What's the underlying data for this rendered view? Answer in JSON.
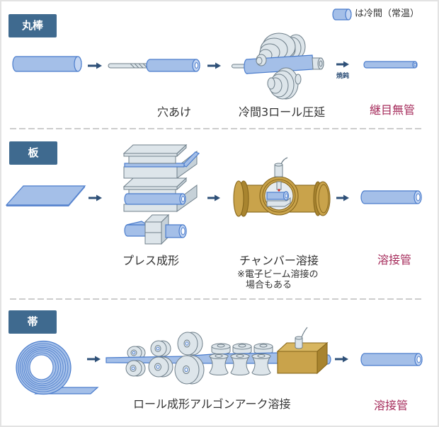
{
  "legend": {
    "icon": "cold-formed-tube-icon",
    "label": "は冷間（常温）"
  },
  "sections": [
    {
      "badge": "丸棒",
      "start_icon": "round-bar-icon",
      "steps": [
        {
          "icon": "drilled-bar-icon",
          "label": "穴あけ"
        },
        {
          "icon": "three-roll-mill-icon",
          "label": "冷間3ロール圧延"
        }
      ],
      "final_arrow_note": "焼鈍",
      "product_icon": "seamless-pipe-icon",
      "product": "継目無管"
    },
    {
      "badge": "板",
      "start_icon": "plate-icon",
      "steps": [
        {
          "icon": "press-forming-icon",
          "label": "プレス成形"
        },
        {
          "icon": "chamber-welder-icon",
          "label": "チャンバー溶接",
          "note": [
            "※電子ビーム溶接の",
            "場合もある"
          ]
        }
      ],
      "product_icon": "welded-pipe-icon",
      "product": "溶接管"
    },
    {
      "badge": "帯",
      "start_icon": "strip-coil-icon",
      "steps": [
        {
          "icon": "roll-forming-arc-welding-icon",
          "label": "ロール成形アルゴンアーク溶接"
        }
      ],
      "product_icon": "welded-pipe-icon",
      "product": "溶接管"
    }
  ],
  "colors": {
    "badge_background": "#3f6a8f",
    "product_label": "#a52a5a",
    "arrow": "#2e5078",
    "cold_tube": "#a4bfe8",
    "welding_equipment": "#c9a34b"
  }
}
